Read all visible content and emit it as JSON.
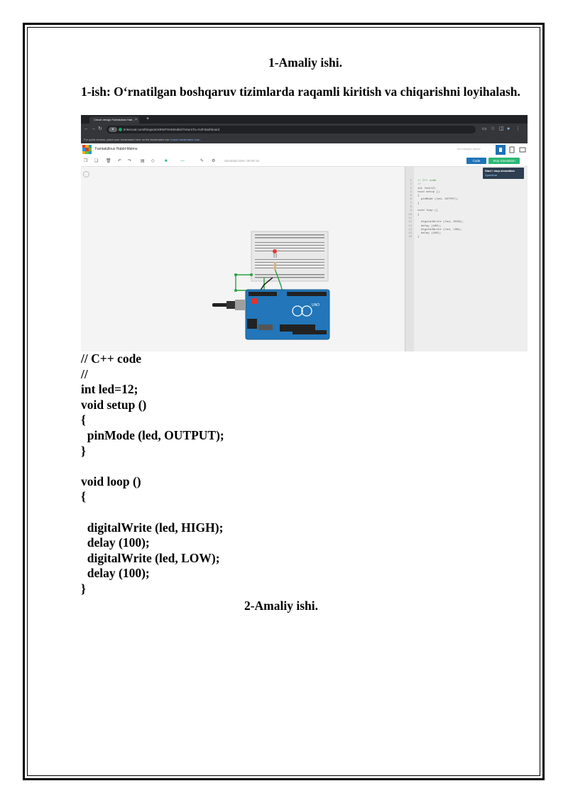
{
  "document": {
    "title": "1-Amaliy ishi.",
    "task": "1-ish: O‘rnatilgan boshqaruv tizimlarda raqamli kiritish va chiqarishni loyihalash.",
    "next_title": "2-Amaliy ishi."
  },
  "screenshot": {
    "browser": {
      "tab_title": "Circuit design Fantatullosi Hab...",
      "tab_close": "×",
      "new_tab": "+",
      "url": "tinkercad.com/things/aCMKEPXHM/editel?returnTo=%2Fdashboard",
      "bookmarks_text": "For quick access, place your bookmarks here on the bookmarks bar.",
      "bookmarks_link": "Import bookmarks now..."
    },
    "tinkercad": {
      "project_title": "Faintatullous Habbl-Malmu",
      "right_label": "All changes saved",
      "simulator_time": "Simulator time: 00:00:19",
      "code_button": "Code",
      "stop_button": "Stop Simulation",
      "tooltip_title": "Start / stop simulation",
      "tooltip_sub": "Spacebar"
    },
    "code_panel": [
      {
        "n": "1",
        "t": "// C++ code"
      },
      {
        "n": "2",
        "t": "//"
      },
      {
        "n": "3",
        "t": "int led=12;"
      },
      {
        "n": "4",
        "t": "void setup ()"
      },
      {
        "n": "5",
        "t": "{"
      },
      {
        "n": "6",
        "t": "  pinMode (led, OUTPUT);"
      },
      {
        "n": "7",
        "t": "}"
      },
      {
        "n": "8",
        "t": ""
      },
      {
        "n": "9",
        "t": "void loop ()"
      },
      {
        "n": "10",
        "t": "{"
      },
      {
        "n": "11",
        "t": ""
      },
      {
        "n": "12",
        "t": "  digitalWrite (led, HIGH);"
      },
      {
        "n": "13",
        "t": "  delay (100);"
      },
      {
        "n": "14",
        "t": "  digitalWrite (led, LOW);"
      },
      {
        "n": "15",
        "t": "  delay (100);"
      },
      {
        "n": "16",
        "t": "}"
      }
    ],
    "board_label": "UNO"
  },
  "code": [
    "// C++ code",
    "//",
    "int led=12;",
    "void setup ()",
    "{",
    "  pinMode (led, OUTPUT);",
    "}",
    "",
    "void loop ()",
    "{",
    "",
    "  digitalWrite (led, HIGH);",
    "  delay (100);",
    "  digitalWrite (led, LOW);",
    "  delay (100);",
    "}"
  ]
}
